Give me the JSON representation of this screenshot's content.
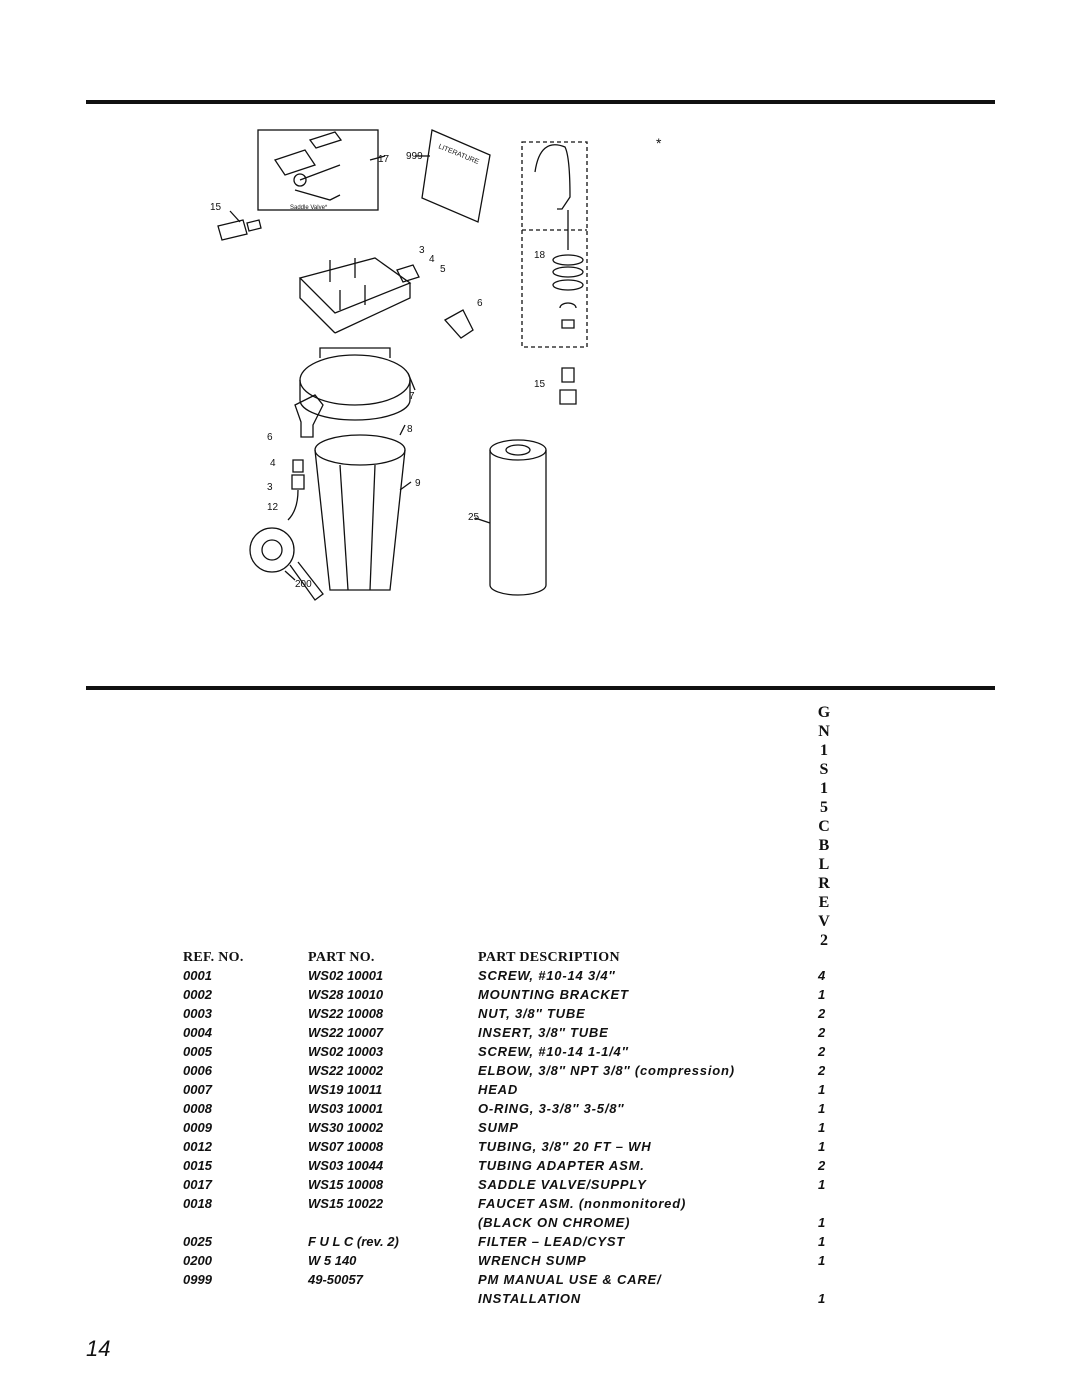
{
  "diagram": {
    "callouts": [
      "17",
      "999",
      "15",
      "3",
      "4",
      "5",
      "6",
      "7",
      "8",
      "9",
      "6",
      "4",
      "3",
      "12",
      "200",
      "18",
      "15",
      "25"
    ],
    "saddle_label": "Saddle Valve*",
    "literature_label": "LITERATURE",
    "asterisk": "*"
  },
  "model_vertical": [
    "G",
    "N",
    "1",
    "S",
    "1",
    "5",
    "C",
    "B",
    "L",
    "R",
    "E",
    "V",
    "2"
  ],
  "table": {
    "headers": [
      "REF. NO.",
      "PART NO.",
      "PART DESCRIPTION"
    ],
    "rows": [
      {
        "ref": "0001",
        "part": "WS02    10001",
        "desc": "SCREW, #10-14     3/4″",
        "qty": "4"
      },
      {
        "ref": "0002",
        "part": "WS28    10010",
        "desc": "MOUNTING BRACKET",
        "qty": "1"
      },
      {
        "ref": "0003",
        "part": "WS22    10008",
        "desc": "NUT, 3/8″ TUBE",
        "qty": "2"
      },
      {
        "ref": "0004",
        "part": "WS22    10007",
        "desc": "INSERT, 3/8″ TUBE",
        "qty": "2"
      },
      {
        "ref": "0005",
        "part": "WS02    10003",
        "desc": "SCREW, #10-14     1-1/4″",
        "qty": "2"
      },
      {
        "ref": "0006",
        "part": "WS22    10002",
        "desc": "ELBOW, 3/8″ NPT     3/8″ (compression)",
        "qty": "2"
      },
      {
        "ref": "0007",
        "part": "WS19    10011",
        "desc": "HEAD",
        "qty": "1"
      },
      {
        "ref": "0008",
        "part": "WS03    10001",
        "desc": "O-RING, 3-3/8″     3-5/8″",
        "qty": "1"
      },
      {
        "ref": "0009",
        "part": "WS30    10002",
        "desc": "SUMP",
        "qty": "1"
      },
      {
        "ref": "0012",
        "part": "WS07    10008",
        "desc": "TUBING, 3/8″     20 FT – WH",
        "qty": "1"
      },
      {
        "ref": "0015",
        "part": "WS03    10044",
        "desc": "TUBING ADAPTER ASM.",
        "qty": "2"
      },
      {
        "ref": "0017",
        "part": "WS15    10008",
        "desc": "SADDLE VALVE/SUPPLY",
        "qty": "1"
      },
      {
        "ref": "0018",
        "part": "WS15    10022",
        "desc": "FAUCET ASM. (nonmonitored)",
        "qty": ""
      },
      {
        "ref": "",
        "part": "",
        "desc": "(BLACK ON CHROME)",
        "qty": "1"
      },
      {
        "ref": "0025",
        "part": "F   U L C  (rev. 2)",
        "desc": "FILTER – LEAD/CYST",
        "qty": "1"
      },
      {
        "ref": "0200",
        "part": "W   5   140",
        "desc": "WRENCH SUMP",
        "qty": "1"
      },
      {
        "ref": "0999",
        "part": "49-50057",
        "desc": "PM MANUAL USE & CARE/",
        "qty": ""
      },
      {
        "ref": "",
        "part": "",
        "desc": "INSTALLATION",
        "qty": "1"
      }
    ]
  },
  "page_number": "14"
}
